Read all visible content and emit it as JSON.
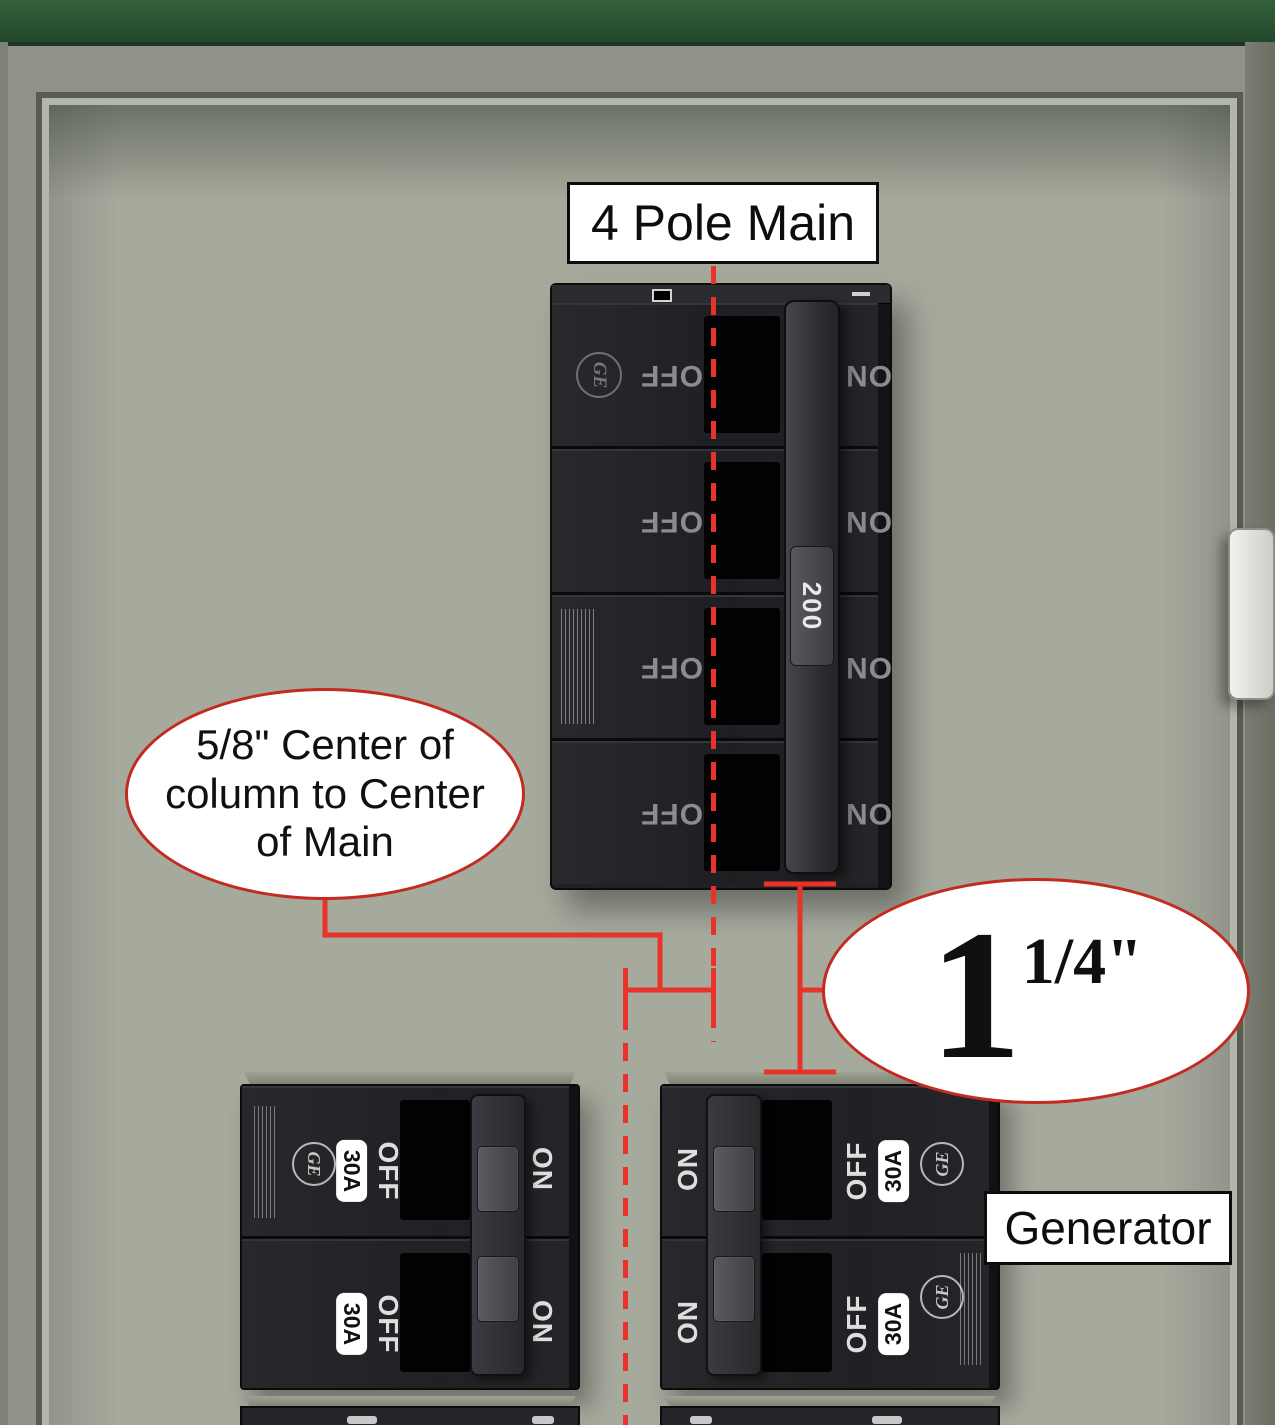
{
  "labels": {
    "main": "4 Pole Main",
    "generator": "Generator"
  },
  "callouts": {
    "left_lines": [
      "5/8\" Center of",
      "column to Center",
      "of Main"
    ],
    "right_value": "1",
    "right_fraction": "1/4\""
  },
  "main_breaker": {
    "brand": "GE",
    "rating": "200",
    "off_label": "OFF",
    "on_label": "ON",
    "pole_count": 4
  },
  "branch_breakers": {
    "brand": "GE",
    "amp_rating": "30A",
    "off_label": "OFF",
    "on_label": "ON"
  },
  "colors": {
    "annotation_red": "#e8322a",
    "panel_gray": "#a6aa9d",
    "trim_green": "#2b4f31",
    "breaker_black": "#202124"
  }
}
